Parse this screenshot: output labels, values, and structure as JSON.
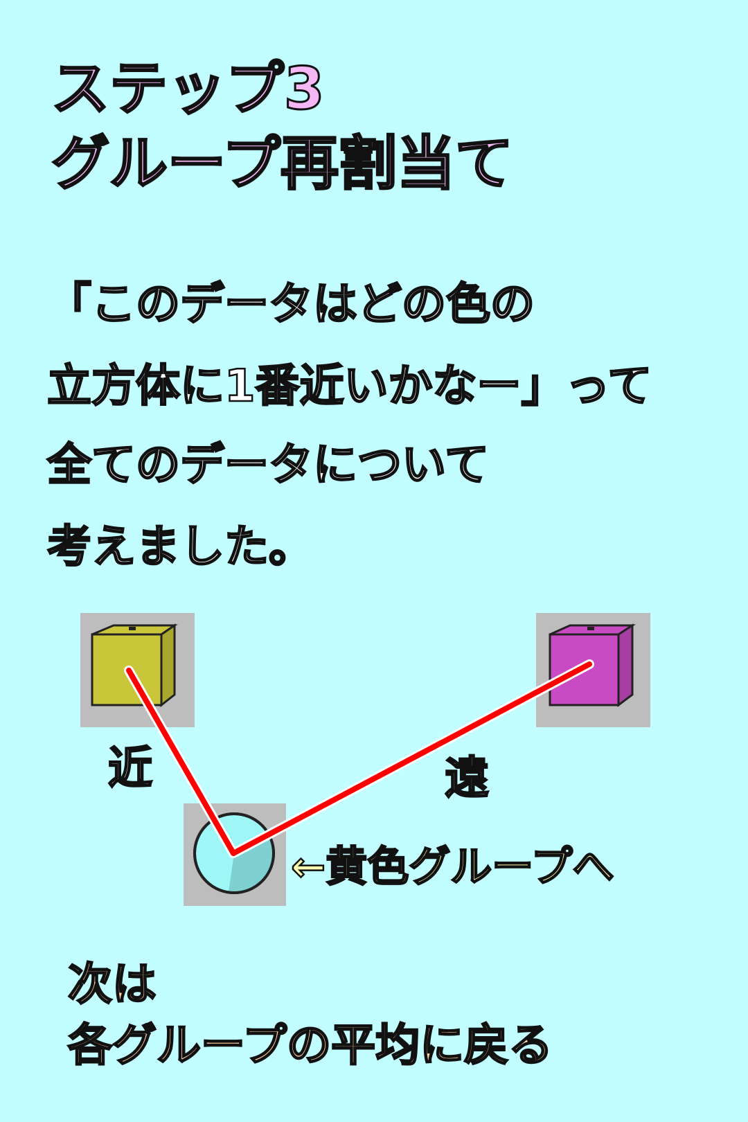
{
  "title": {
    "line1": "ステップ3",
    "line2": "グループ再割当て"
  },
  "body": {
    "line1": "「このデータはどの色の",
    "line2": "立方体に1番近いかなー」って",
    "line3": "全てのデータについて",
    "line4": "考えました。"
  },
  "diagram": {
    "near_label": "近",
    "far_label": "遠",
    "arrow_label": "←黄色グループへ",
    "colors": {
      "background": "#c2fdff",
      "yellow_cube": "#c9c63a",
      "magenta_cube": "#c94bc4",
      "data_point": "#9ff6f7",
      "line": "#ff0000"
    }
  },
  "footer": {
    "line1": "次は",
    "line2": "各グループの平均に戻る"
  }
}
